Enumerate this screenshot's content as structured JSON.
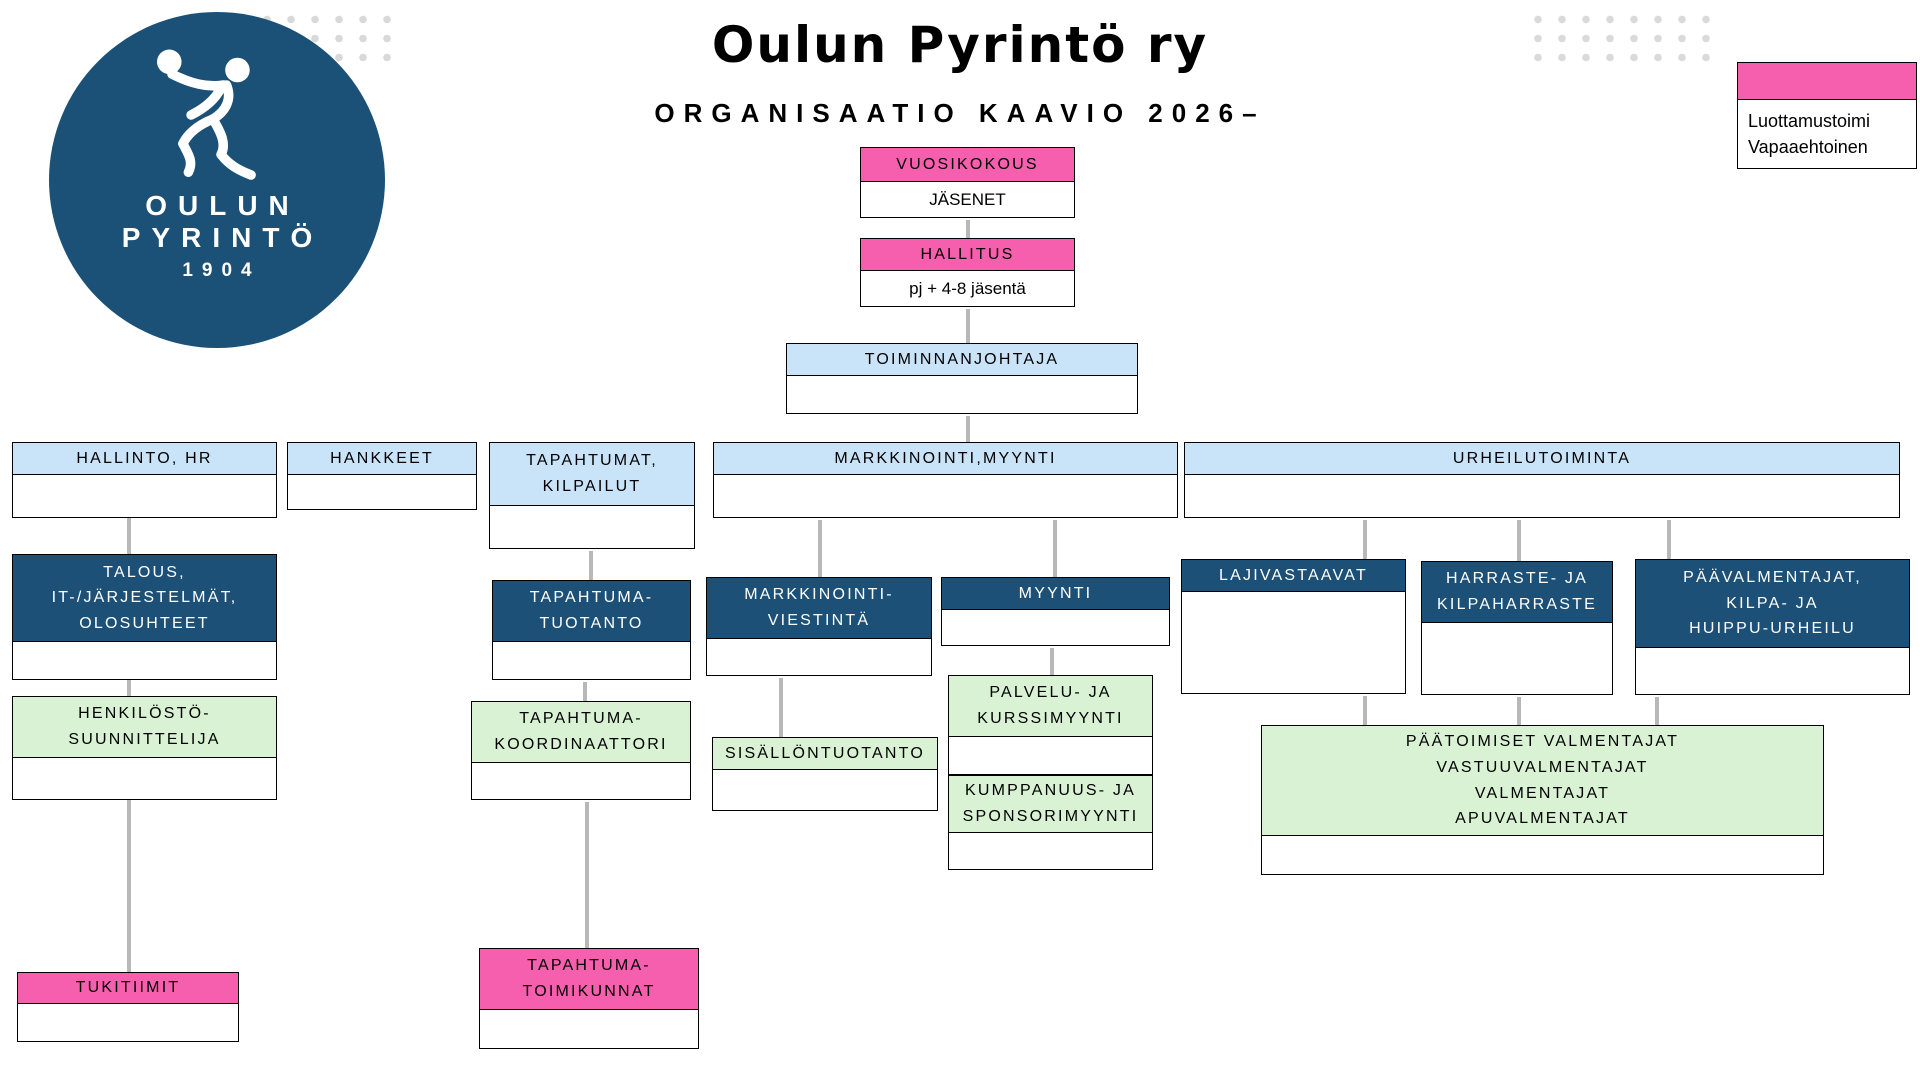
{
  "header": {
    "title": "Oulun Pyrintö ry",
    "subtitle": "ORGANISAATIO KAAVIO 2026–"
  },
  "logo": {
    "line1": "OULUN",
    "line2": "PYRINTÖ",
    "year": "1904",
    "color": "#1b5077",
    "figure_icon": "discus-thrower-icon"
  },
  "legend": {
    "pink_label": "Luottamustoimi",
    "white_label": "Vapaaehtoinen",
    "pink_color": "#f55fae"
  },
  "colors": {
    "pink": "#f55fae",
    "light_blue": "#c9e3f8",
    "dark_blue": "#1c5077",
    "green": "#d8f2d3",
    "connector_gray": "#b8b8b8",
    "dot_gray": "#d9d9d9"
  },
  "nodes": {
    "vuosikokous": {
      "label": "VUOSIKOKOUS",
      "body": "JÄSENET"
    },
    "hallitus": {
      "label": "HALLITUS",
      "body": "pj + 4-8 jäsentä"
    },
    "toiminnanjohtaja": {
      "label": "TOIMINNANJOHTAJA",
      "body": ""
    },
    "hallinto_hr": {
      "label": "HALLINTO, HR",
      "body": ""
    },
    "hankkeet": {
      "label": "HANKKEET",
      "body": ""
    },
    "tapahtumat_kilpailut": {
      "label": "TAPAHTUMAT,\nKILPAILUT",
      "body": ""
    },
    "markkinointi_myynti": {
      "label": "MARKKINOINTI,MYYNTI",
      "body": ""
    },
    "urheilutoiminta": {
      "label": "URHEILUTOIMINTA",
      "body": ""
    },
    "talous": {
      "label": "TALOUS,\nIT-/JÄRJESTELMÄT,\nOLOSUHTEET",
      "body": ""
    },
    "tapahtuma_tuotanto": {
      "label": "TAPAHTUMA-\nTUOTANTO",
      "body": ""
    },
    "markkinointi_viestinta": {
      "label": "MARKKINOINTI-\nVIESTINTÄ",
      "body": ""
    },
    "myynti": {
      "label": "MYYNTI",
      "body": ""
    },
    "lajivastaavat": {
      "label": "LAJIVASTAAVAT",
      "body": ""
    },
    "harraste": {
      "label": "HARRASTE- JA\nKILPAHARRASTE",
      "body": ""
    },
    "paavalmentajat": {
      "label": "PÄÄVALMENTAJAT,\nKILPA- JA\nHUIPPU-URHEILU",
      "body": ""
    },
    "henkilosto": {
      "label": "HENKILÖSTÖ-\nSUUNNITTELIJA",
      "body": ""
    },
    "tapahtuma_koordinaattori": {
      "label": "TAPAHTUMA-\nKOORDINAATTORI",
      "body": ""
    },
    "sisallontuotanto": {
      "label": "SISÄLLÖNTUOTANTO",
      "body": ""
    },
    "palvelu_kurssimyynti": {
      "label": "PALVELU- JA\nKURSSIMYYNTI",
      "body": ""
    },
    "kumppanuus_sponsorimyynti": {
      "label": "KUMPPANUUS- JA\nSPONSORIMYYNTI",
      "body": ""
    },
    "valmentajat": {
      "label": "PÄÄTOIMISET VALMENTAJAT\nVASTUUVALMENTAJAT\nVALMENTAJAT\nAPUVALMENTAJAT",
      "body": ""
    },
    "tukitiimit": {
      "label": "TUKITIIMIT",
      "body": ""
    },
    "tapahtuma_toimikunnat": {
      "label": "TAPAHTUMA-\nTOIMIKUNNAT",
      "body": ""
    }
  }
}
